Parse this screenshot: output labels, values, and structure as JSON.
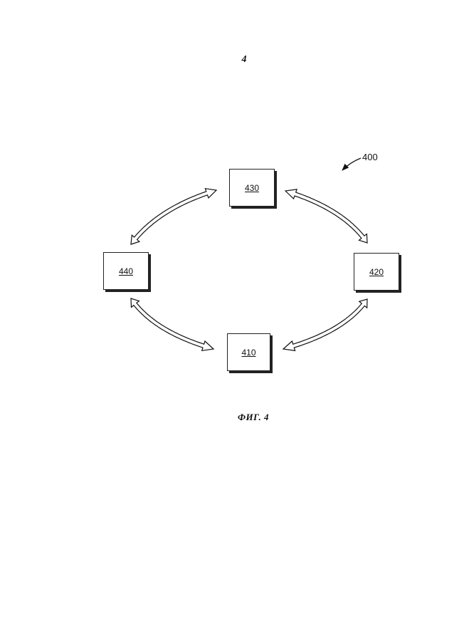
{
  "page": {
    "number": "4"
  },
  "figure": {
    "caption": "ФИГ. 4",
    "reference_label": "400",
    "boxes": {
      "b430": "430",
      "b420": "420",
      "b410": "410",
      "b440": "440"
    }
  }
}
